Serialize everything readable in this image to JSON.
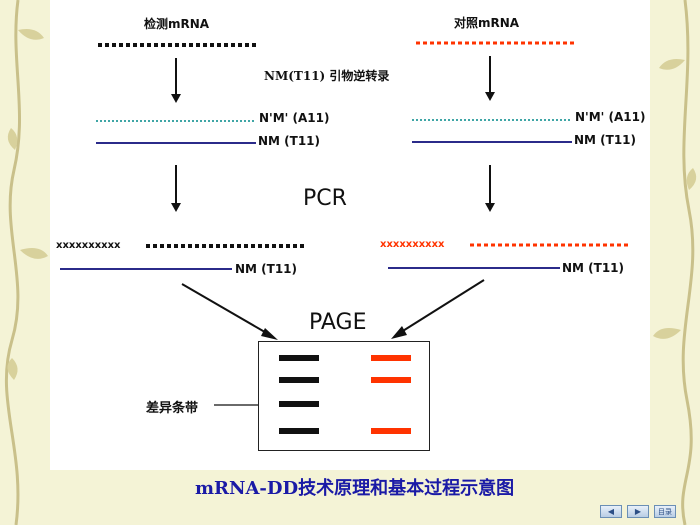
{
  "labels": {
    "test_mrna": "检测mRNA",
    "control_mrna": "对照mRNA",
    "primer_rt": "NM(T11) 引物逆转录",
    "nm_a11_left": "N'M' (A11)",
    "nm_t11_left": "NM (T11)",
    "nm_a11_right": "N'M' (A11)",
    "nm_t11_right": "NM (T11)",
    "pcr": "PCR",
    "xs_left": "xxxxxxxxxx",
    "xs_right": "xxxxxxxxxx",
    "nm_t11_pcr_left": "NM (T11)",
    "nm_t11_pcr_right": "NM (T11)",
    "page": "PAGE",
    "diff_band": "差异条带",
    "caption": "mRNA-DD技术原理和基本过程示意图"
  },
  "nav": {
    "prev_icon": "prev-arrow-icon",
    "next_icon": "next-arrow-icon",
    "menu_label": "目录"
  },
  "colors": {
    "background": "#f4f3d6",
    "test_strand": "#111111",
    "control_strand": "#ff3300",
    "teal_strand": "#3fa6a6",
    "navy_strand": "#2b2b8a",
    "caption": "#1a1aa6"
  }
}
